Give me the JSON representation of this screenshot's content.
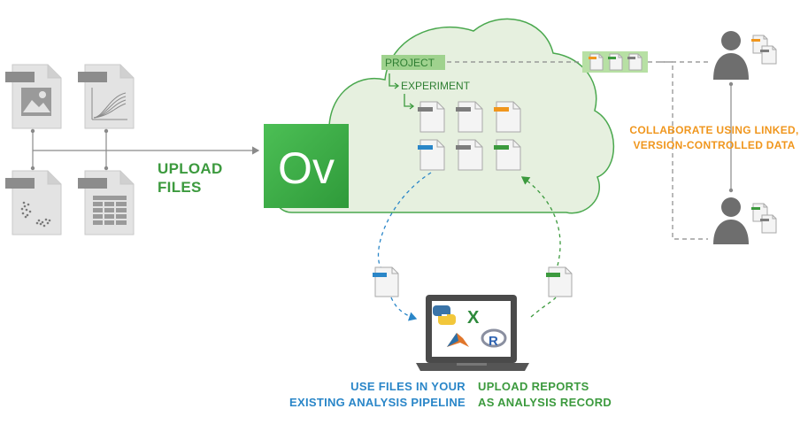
{
  "brand": {
    "logo_text": "Ov",
    "logo_color": "#3fae49",
    "green": "#3c9a3e",
    "blue": "#2a86c8",
    "orange": "#f0961d",
    "gray": "#7a7a7a"
  },
  "cloud": {
    "project_label": "PROJECT",
    "experiment_label": "EXPERIMENT"
  },
  "labels": {
    "upload_files": [
      "UPLOAD",
      "FILES"
    ],
    "collaborate": [
      "COLLABORATE USING LINKED,",
      "VERSION-CONTROLLED DATA"
    ],
    "use_files": [
      "USE FILES IN YOUR",
      "EXISTING ANALYSIS PIPELINE"
    ],
    "upload_reports": [
      "UPLOAD REPORTS",
      "AS ANALYSIS RECORD"
    ]
  },
  "source_files": [
    {
      "kind": "image",
      "icon": "image-file-icon"
    },
    {
      "kind": "chart",
      "icon": "curve-chart-file-icon"
    },
    {
      "kind": "scatter",
      "icon": "scatter-plot-file-icon"
    },
    {
      "kind": "table",
      "icon": "table-file-icon"
    }
  ],
  "laptop_apps": [
    "python-icon",
    "excel-icon",
    "matlab-icon",
    "r-icon"
  ]
}
